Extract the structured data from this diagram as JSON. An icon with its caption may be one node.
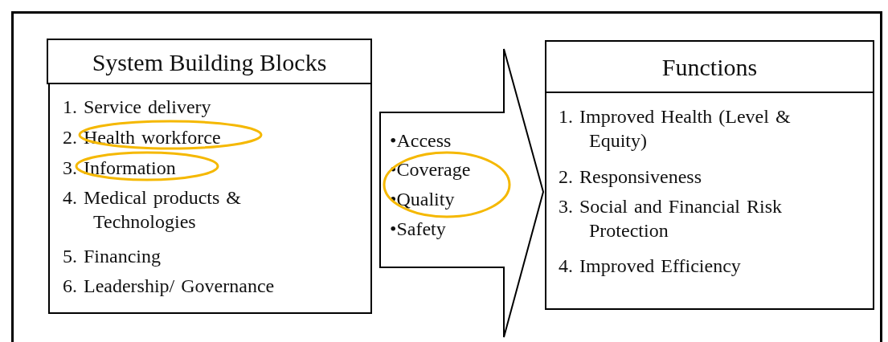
{
  "diagram": {
    "nodes": [
      {
        "text": [
          "System Building Blocks"
        ]
      },
      {
        "text": [
          "1. Service delivery",
          "2. Health workforce",
          "3. Information",
          "4. Medical products & Technologies",
          "5. Financing",
          "6. Leadership/ Governance"
        ]
      },
      {
        "text": [
          "•Access",
          "•Coverage",
          "•Quality",
          "•Safety"
        ]
      },
      {
        "text": [
          "Functions"
        ]
      },
      {
        "text": [
          "1. Improved Health (Level & Equity)",
          "2. Responsiveness",
          "3. Social and Financial Risk Protection",
          "4. Improved Efficiency"
        ]
      }
    ]
  }
}
